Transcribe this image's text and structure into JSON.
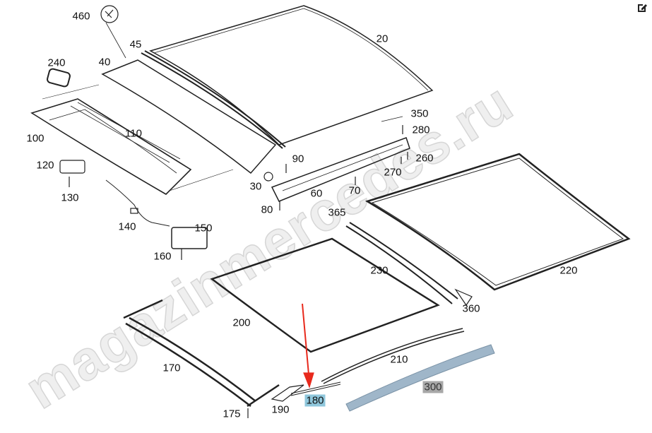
{
  "watermark": "magazinmercedes.ru",
  "edit_icon": "edit-icon",
  "colors": {
    "arrow": "#e8291c",
    "highlight_selected": "#8fc7dc",
    "highlight_other": "#a8a8a8",
    "part_300": "#9fb6c9"
  },
  "labels": {
    "p460": "460",
    "p45": "45",
    "p40": "40",
    "p20": "20",
    "p240": "240",
    "p100": "100",
    "p110": "110",
    "p120": "120",
    "p130": "130",
    "p350": "350",
    "p280": "280",
    "p90": "90",
    "p260": "260",
    "p270": "270",
    "p30": "30",
    "p60": "60",
    "p70": "70",
    "p80": "80",
    "p365": "365",
    "p140": "140",
    "p150": "150",
    "p160": "160",
    "p230": "230",
    "p220": "220",
    "p360": "360",
    "p200": "200",
    "p210": "210",
    "p170": "170",
    "p300": "300",
    "p180": "180",
    "p190": "190",
    "p175": "175"
  }
}
